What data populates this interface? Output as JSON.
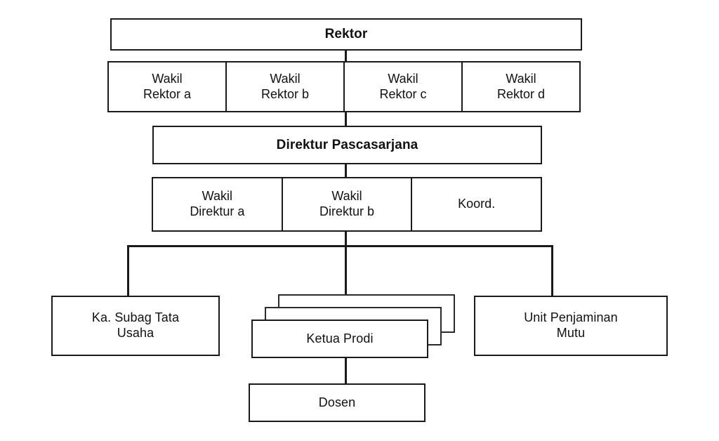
{
  "diagram": {
    "type": "org-chart",
    "title_text": "",
    "background_color": "#ffffff",
    "line_color": "#1a1a1a",
    "text_color": "#111111"
  },
  "nodes": {
    "rektor": {
      "label": "Rektor"
    },
    "direktur": {
      "label": "Direktur Pascasarjana"
    },
    "tata_usaha": {
      "label": "Ka. Subag Tata\nUsaha"
    },
    "ketua_prodi": {
      "label": "Ketua Prodi",
      "stack_count": 3
    },
    "penjaminan_mutu": {
      "label": "Unit Penjaminan\nMutu"
    },
    "dosen": {
      "label": "Dosen"
    }
  },
  "wakil_rektor_row": {
    "cells": [
      {
        "label": "Wakil\nRektor a"
      },
      {
        "label": "Wakil\nRektor b"
      },
      {
        "label": "Wakil\nRektor c"
      },
      {
        "label": "Wakil\nRektor d"
      }
    ]
  },
  "wakil_direktur_row": {
    "cells": [
      {
        "label": "Wakil\nDirektur a"
      },
      {
        "label": "Wakil\nDirektur b"
      },
      {
        "label": "Koord."
      }
    ]
  }
}
